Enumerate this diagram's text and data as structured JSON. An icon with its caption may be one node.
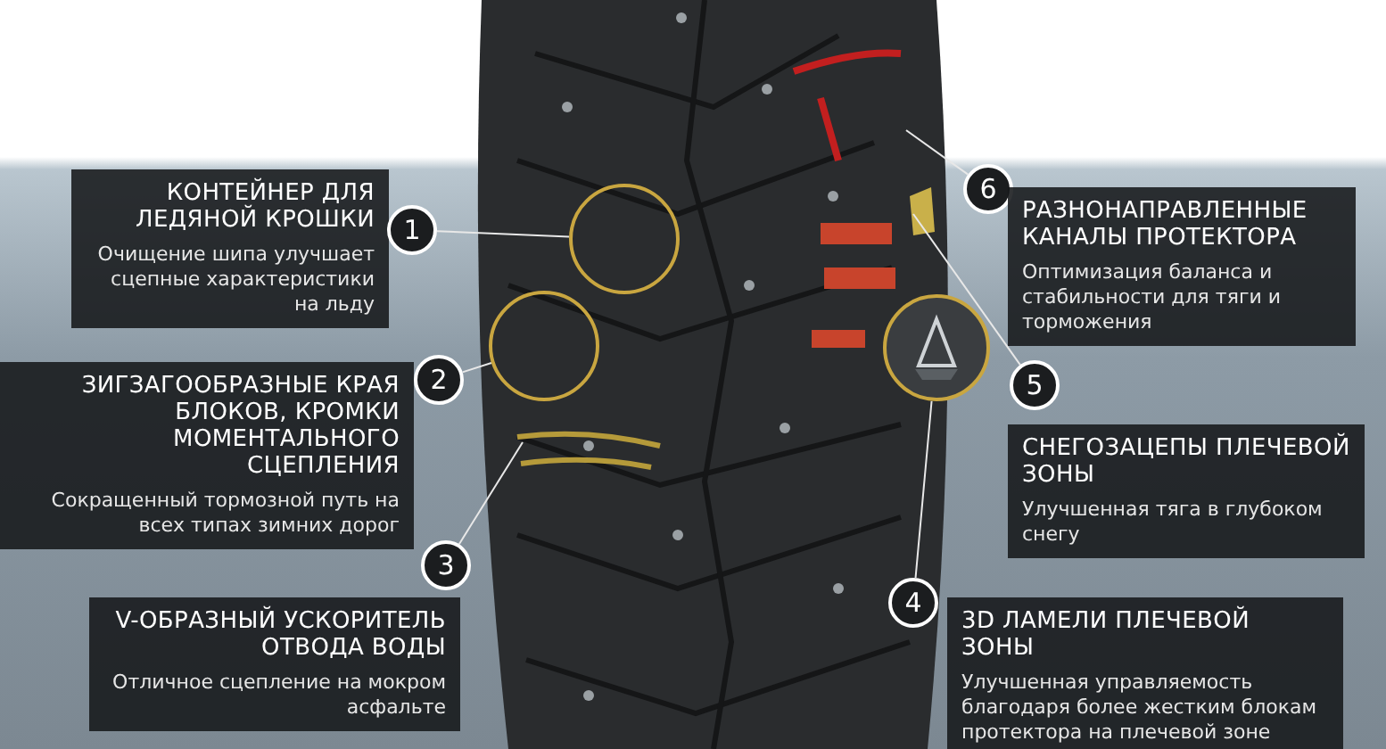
{
  "diagram": {
    "nodes": [
      {
        "text": [
          "КОНТЕЙНЕР ДЛЯ ЛЕДЯНОЙ КРОШКИ",
          "Очищение шипа улучшает сцепные характеристики на льду"
        ]
      },
      {
        "text": [
          "1"
        ]
      },
      {
        "text": [],
        "shape": "circle"
      },
      {
        "text": [
          "ЗИГЗАГООБРАЗНЫЕ КРАЯ БЛОКОВ, КРОМКИ МОМЕНТАЛЬНОГО СЦЕПЛЕНИЯ",
          "Сокращенный тормозной путь на всех типах зимних дорог"
        ]
      },
      {
        "text": [
          "2"
        ]
      },
      {
        "text": [],
        "shape": "circle"
      },
      {
        "text": [
          "3"
        ]
      },
      {
        "text": [
          "V-ОБРАЗНЫЙ УСКОРИТЕЛЬ ОТВОДА ВОДЫ",
          "Отличное сцепление на мокром асфальте"
        ]
      },
      {
        "text": [
          "6"
        ]
      },
      {
        "text": [
          "РАЗНОНАПРАВЛЕННЫЕ КАНАЛЫ ПРОТЕКТОРА",
          "Оптимизация баланса и стабильности для тяги и торможения"
        ]
      },
      {
        "text": [
          "5"
        ]
      },
      {
        "text": [
          "СНЕГОЗАЦЕПЫ ПЛЕЧЕВОЙ ЗОНЫ",
          "Улучшенная тяга в глубоком снегу"
        ]
      },
      {
        "text": [],
        "shape": "picture"
      },
      {
        "text": [
          "4"
        ]
      },
      {
        "text": [
          "3D ЛАМЕЛИ ПЛЕЧЕВОЙ ЗОНЫ",
          "Улучшенная управляемость благодаря более жестким блокам протектора на плечевой зоне"
        ]
      }
    ],
    "edges": [
      {
        "from": 1,
        "to": 2,
        "arrow": "none"
      },
      {
        "from": 4,
        "to": 5,
        "arrow": "none"
      },
      {
        "from": 6,
        "to": null,
        "arrow": "none"
      },
      {
        "from": 8,
        "to": null,
        "arrow": "none"
      },
      {
        "from": 10,
        "to": null,
        "arrow": "none"
      },
      {
        "from": 13,
        "to": 12,
        "arrow": "none"
      }
    ]
  }
}
